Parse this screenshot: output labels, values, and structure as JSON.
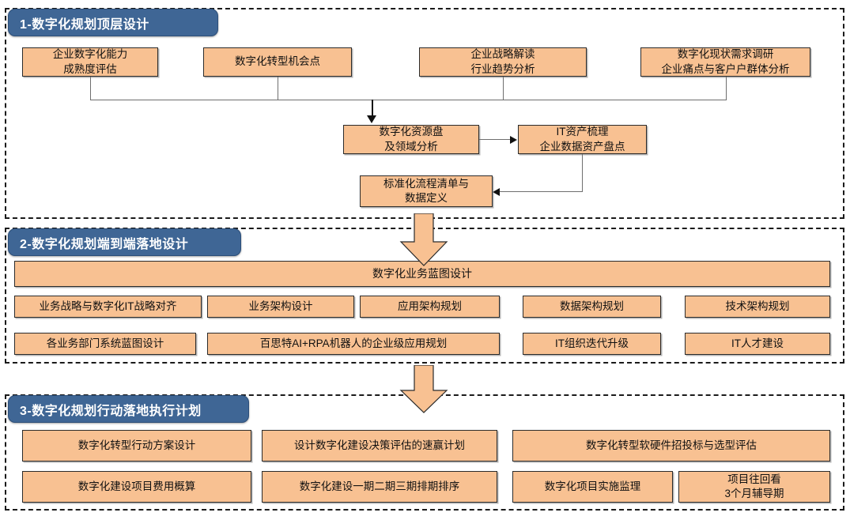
{
  "diagram": {
    "title_sections": [
      {
        "id": "s1",
        "label": "1-数字化规划顶层设计"
      },
      {
        "id": "s2",
        "label": "2-数字化规划端到端落地设计"
      },
      {
        "id": "s3",
        "label": "3-数字化规划行动落地执行计划"
      }
    ],
    "colors": {
      "badge_fill": "#3f6695",
      "badge_text": "#ffffff",
      "box_fill": "#f8c192",
      "box_border": "#2b2b2b",
      "frame_border": "#1a1a1a",
      "connector": "#6e6e6e",
      "arrow": "#111111"
    }
  },
  "section1": {
    "badge": "1-数字化规划顶层设计",
    "top_row": [
      {
        "line1": "企业数字化能力",
        "line2": "成熟度评估"
      },
      {
        "line1": "数字化转型机会点",
        "line2": ""
      },
      {
        "line1": "企业战略解读",
        "line2": "行业趋势分析"
      },
      {
        "line1": "数字化现状需求调研",
        "line2": "企业痛点与客户户群体分析"
      }
    ],
    "mid_row": [
      {
        "line1": "数字化资源盘",
        "line2": "及领域分析"
      },
      {
        "line1": "IT资产梳理",
        "line2": "企业数据资产盘点"
      }
    ],
    "bottom_row": [
      {
        "line1": "标准化流程清单与",
        "line2": "数据定义"
      }
    ]
  },
  "section2": {
    "badge": "2-数字化规划端到端落地设计",
    "banner": "数字化业务蓝图设计",
    "row1": [
      "业务战略与数字化IT战略对齐",
      "业务架构设计",
      "应用架构规划",
      "数据架构规划",
      "技术架构规划"
    ],
    "row2": [
      "各业务部门系统蓝图设计",
      "百思特AI+RPA机器人的企业级应用规划",
      "IT组织迭代升级",
      "IT人才建设"
    ]
  },
  "section3": {
    "badge": "3-数字化规划行动落地执行计划",
    "row1": [
      "数字化转型行动方案设计",
      "设计数字化建设决策评估的速赢计划",
      "数字化转型软硬件招投标与选型评估"
    ],
    "row2": [
      {
        "line1": "数字化建设项目费用概算",
        "line2": ""
      },
      {
        "line1": "数字化建设一期二期三期排期排序",
        "line2": ""
      },
      {
        "line1": "数字化项目实施监理",
        "line2": ""
      },
      {
        "line1": "项目往回看",
        "line2": "3个月辅导期"
      }
    ]
  },
  "connectors": {
    "arrow_1_to_2": "block-arrow-down",
    "arrow_2_to_3": "block-arrow-down"
  }
}
